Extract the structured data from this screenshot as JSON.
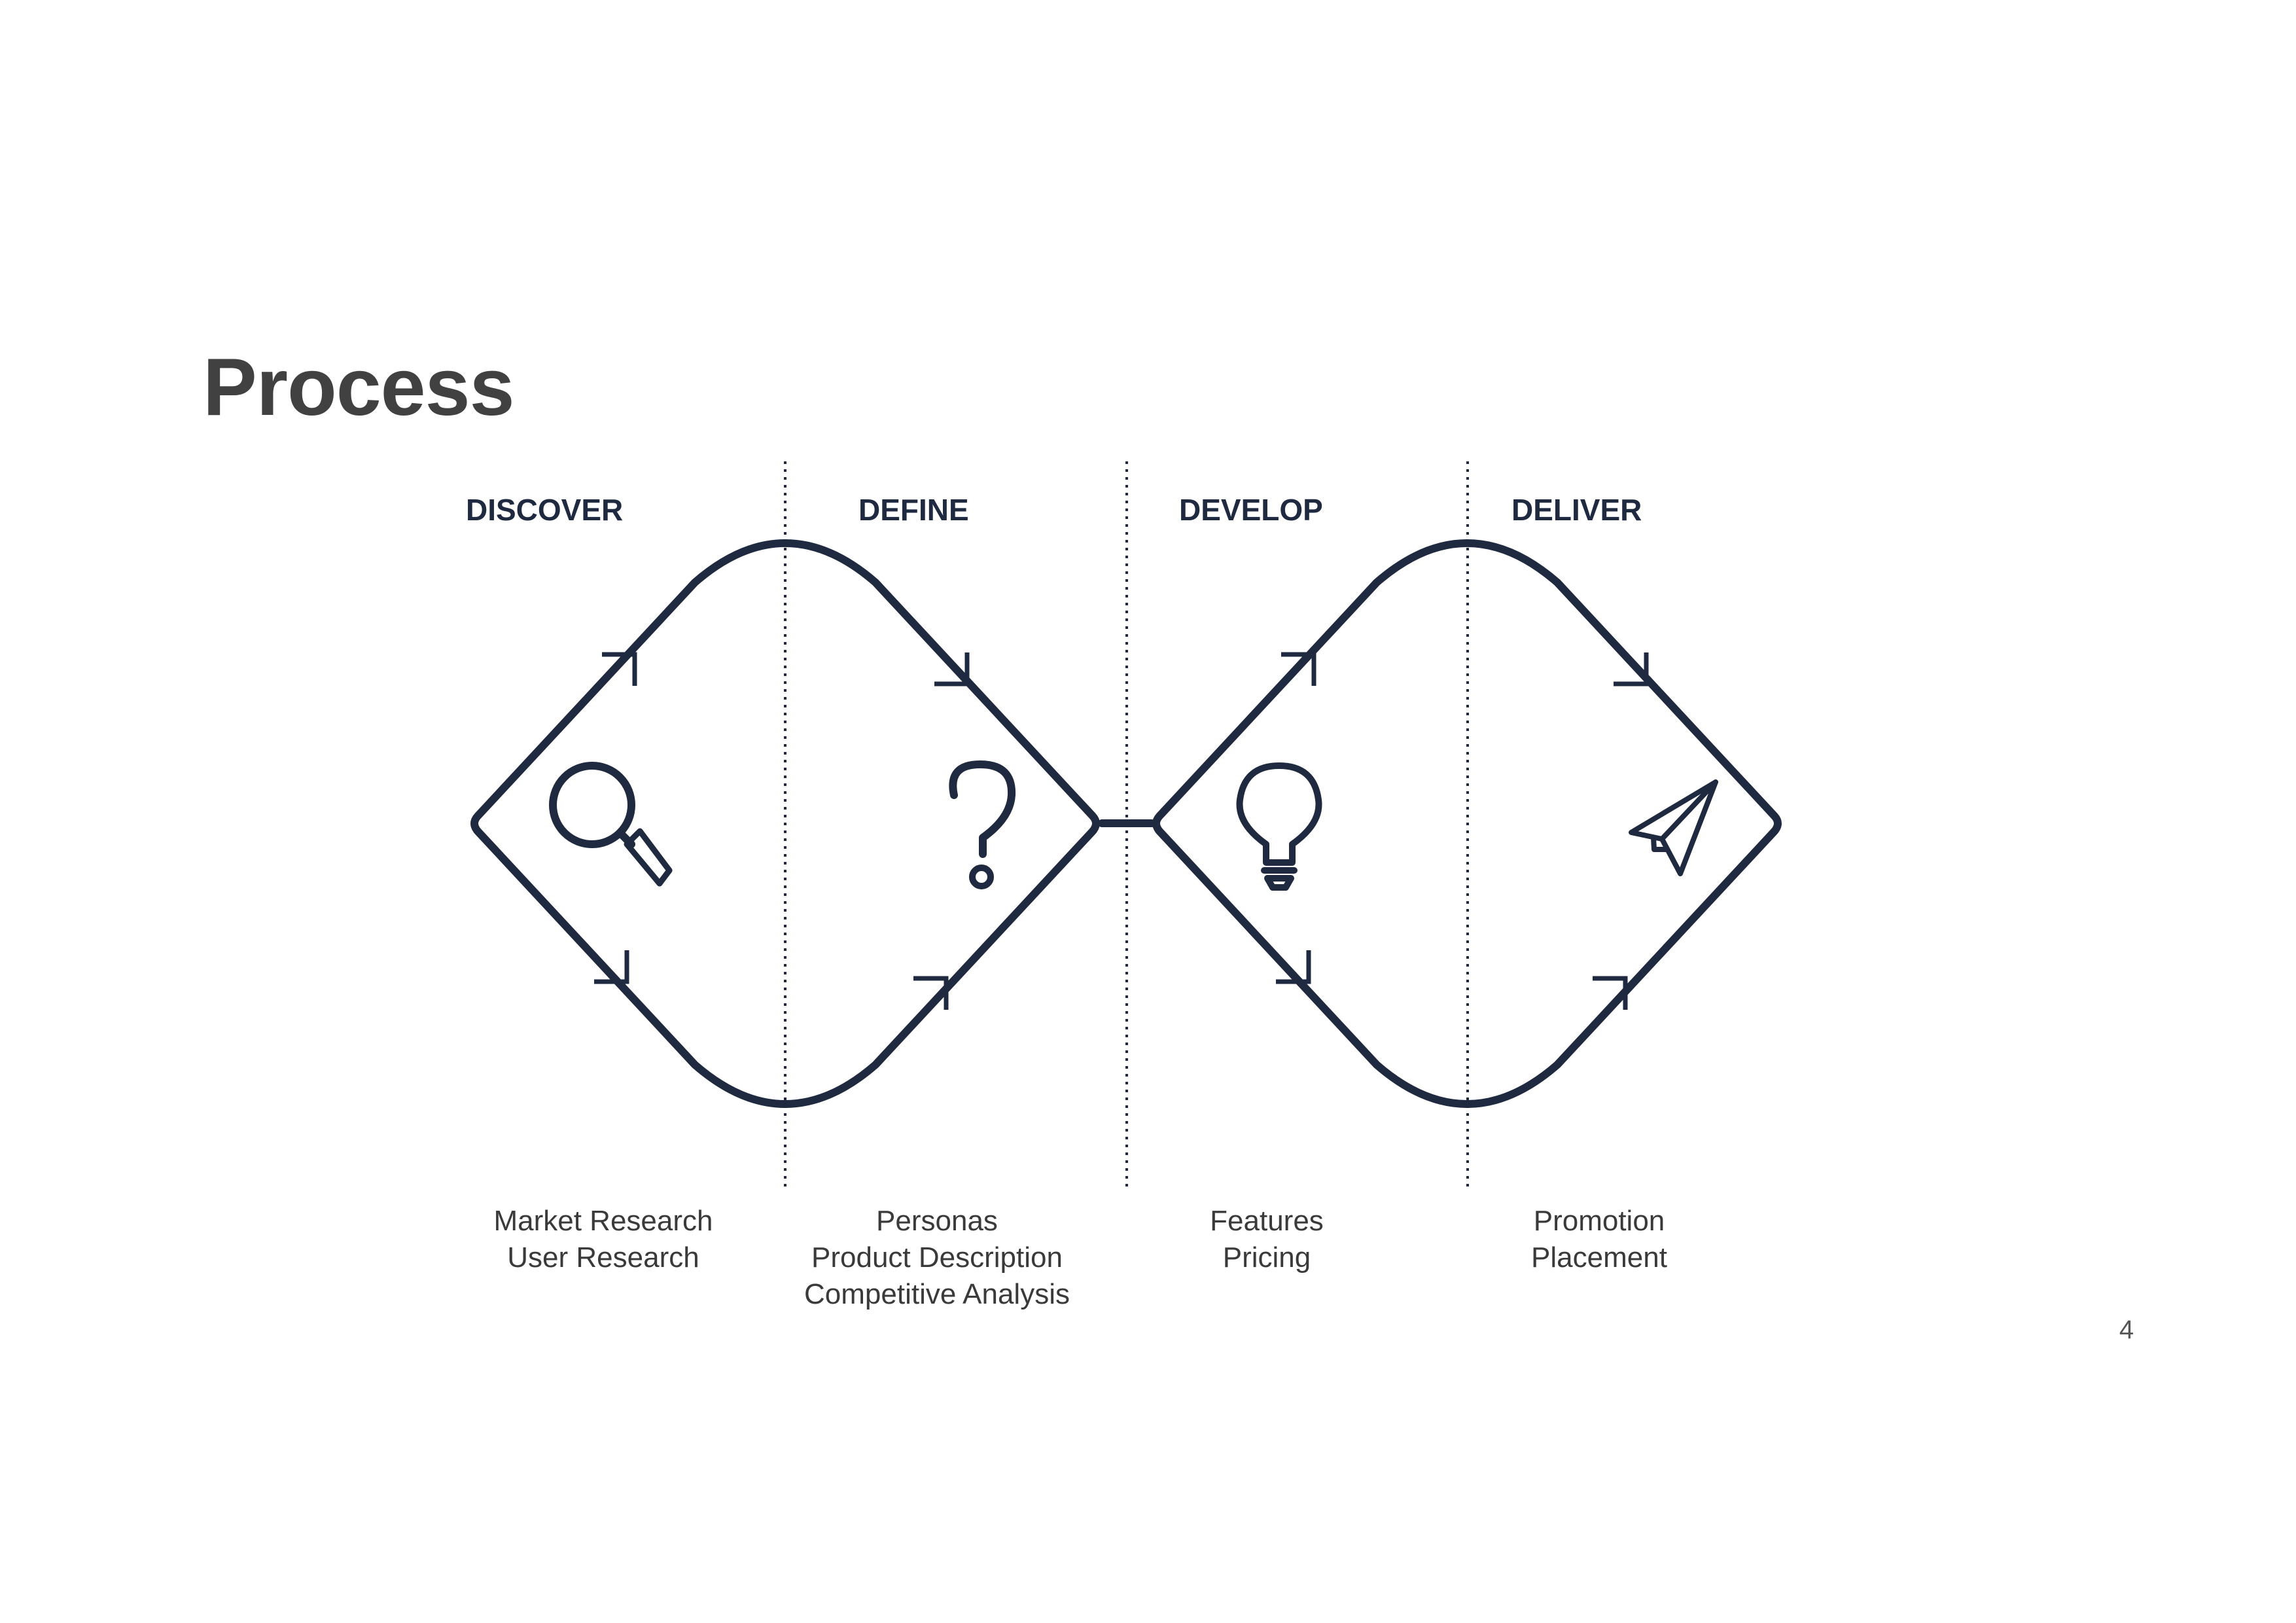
{
  "slide": {
    "title": "Process",
    "page_number": "4"
  },
  "phases": [
    {
      "label": "DISCOVER",
      "icon": "magnifier-icon",
      "items": [
        "Market Research",
        "User Research"
      ]
    },
    {
      "label": "DEFINE",
      "icon": "question-mark-icon",
      "items": [
        "Personas",
        "Product Description",
        "Competitive Analysis"
      ]
    },
    {
      "label": "DEVELOP",
      "icon": "lightbulb-icon",
      "items": [
        "Features",
        "Pricing"
      ]
    },
    {
      "label": "DELIVER",
      "icon": "paper-plane-icon",
      "items": [
        "Promotion",
        "Placement"
      ]
    }
  ],
  "colors": {
    "line": "#1f2a40",
    "title": "#414141",
    "caption": "#3a3a3a"
  }
}
